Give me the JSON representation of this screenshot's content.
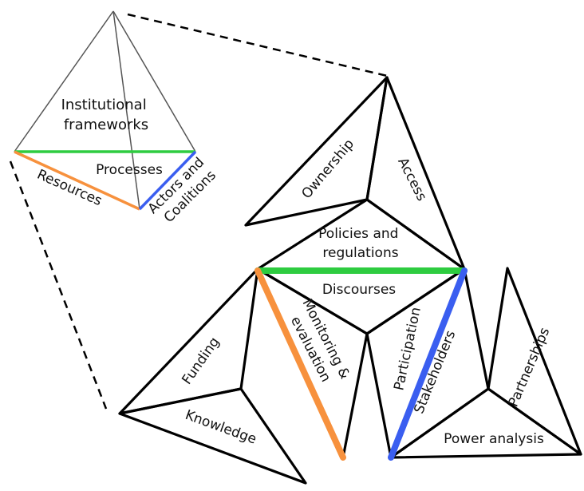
{
  "pyramid": {
    "top_face": "Institutional frameworks",
    "center": "Processes",
    "left_edge": "Resources",
    "right_edge": "Actors and Coalitions"
  },
  "components": {
    "ownership": "Ownership",
    "access": "Access",
    "policies": "Policies and regulations",
    "discourses": "Discourses",
    "funding": "Funding",
    "knowledge": "Knowledge",
    "monitoring": "Monitoring & evaluation",
    "participation": "Participation",
    "stakeholders": "Stakeholders",
    "partnerships": "Partnerships",
    "power_analysis": "Power analysis"
  },
  "colors": {
    "processes_edge": "#2ecc40",
    "resources_edge": "#f7913d",
    "actors_edge": "#3a5ef0",
    "outline": "#000000",
    "pyramid_lines": "#555555"
  }
}
